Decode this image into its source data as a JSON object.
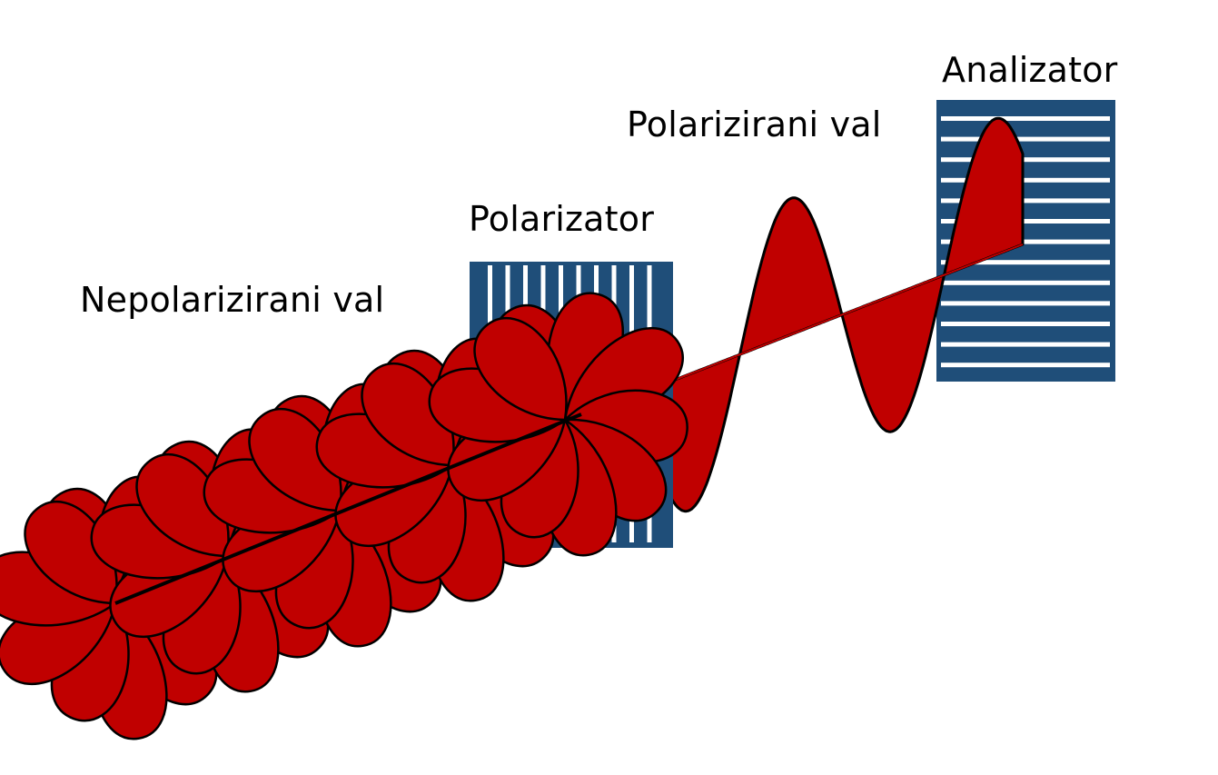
{
  "labels": {
    "unpolarized_wave": "Nepolarizirani val",
    "polarizer": "Polarizator",
    "polarized_wave": "Polarizirani val",
    "analyzer": "Analizator"
  },
  "colors": {
    "wave_fill": "#c00000",
    "filter_fill": "#1f4e79",
    "slit": "#ffffff",
    "outline": "#000000"
  }
}
